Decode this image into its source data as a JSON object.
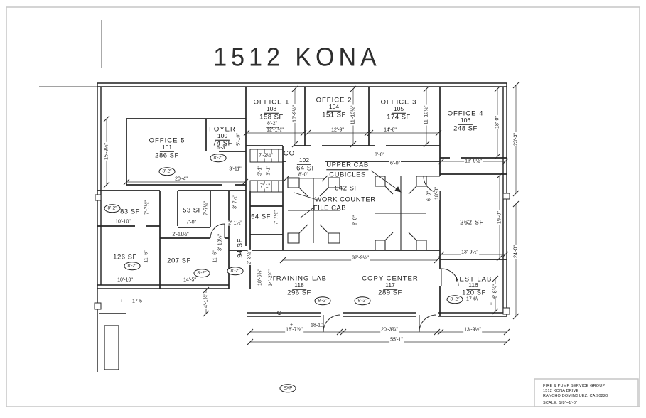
{
  "title": "1512 KONA",
  "ceiling_height": "8'-2\"",
  "rooms": [
    {
      "name": "OFFICE 1",
      "number": "103",
      "area": "158 SF"
    },
    {
      "name": "OFFICE 2",
      "number": "104",
      "area": "151 SF"
    },
    {
      "name": "OFFICE 3",
      "number": "105",
      "area": "174 SF"
    },
    {
      "name": "OFFICE 4",
      "number": "106",
      "area": "248 SF"
    },
    {
      "name": "OFFICE 5",
      "number": "101",
      "area": "286 SF"
    },
    {
      "name": "FOYER",
      "number": "100",
      "area": "74 SF"
    },
    {
      "name": "CO",
      "number": "102",
      "area": "64 SF"
    },
    {
      "name": "TRAINING LAB",
      "number": "118",
      "area": "296 SF"
    },
    {
      "name": "COPY CENTER",
      "number": "117",
      "area": "289 SF"
    },
    {
      "name": "TEST LAB",
      "number": "116",
      "area": "120 SF"
    }
  ],
  "areas": {
    "upper_cab": "UPPER CAB",
    "cubicles": "CUBICLES",
    "cubicles_area": "642 SF",
    "work_counter": "WORK COUNTER",
    "file_cab": "FILE CAB",
    "a262": "262 SF",
    "a207": "207 SF",
    "a126": "126 SF",
    "a83": "83 SF",
    "a53": "53 SF",
    "a54": "54 SF",
    "a94": "94 SF"
  },
  "dims": [
    "12'-1½\"",
    "13'-9½\"",
    "12'-9\"",
    "11'-10½\"",
    "14'-8\"",
    "11'-10½\"",
    "13'-9½\"",
    "18'-0\"",
    "23'-3\"",
    "15'-9½\"",
    "8'-2\"",
    "8'-3\"",
    "3'-11\"",
    "5'-10\"",
    "20'-4\"",
    "7'-2½\"",
    "3'-1\"",
    "3'-1\"",
    "7'-1\"",
    "8'-0\"",
    "3'-0\"",
    "6'-0\"",
    "6'-0\"",
    "18'-8\"",
    "6'-0\"",
    "7'-7½\"",
    "7'-7½\"",
    "10'-10\"",
    "7'-0\"",
    "2'-11½\"",
    "2'-1½\"",
    "3'-7½\"",
    "3'-10¼\"",
    "11'-6\"",
    "11'-6\"",
    "10'-10\"",
    "14'-5\"",
    "2'-3½\"",
    "7'-7½\"",
    "4'-1¾\"",
    "32'-9½\"",
    "18'-6¾\"",
    "14'-2¾\"",
    "13'-9½\"",
    "19'-0\"",
    "24'-0\"",
    "6'-8¾\"",
    "13'-9½\"",
    "18'-7⅞\"",
    "20'-3¾\"",
    "55'-1\""
  ],
  "notes": {
    "n17_5": "17-5",
    "n18_10": "18-10",
    "n17_6": "17-6\\",
    "plus": "+",
    "exp": "EXP"
  },
  "title_block": {
    "company": "FIRE & PUMP SERVICE GROUP",
    "address": "1512 KONA DRIVE",
    "city": "RANCHO DOMINGUEZ, CA 90220",
    "scale": "SCALE: 1/8\"=1'-0\""
  }
}
